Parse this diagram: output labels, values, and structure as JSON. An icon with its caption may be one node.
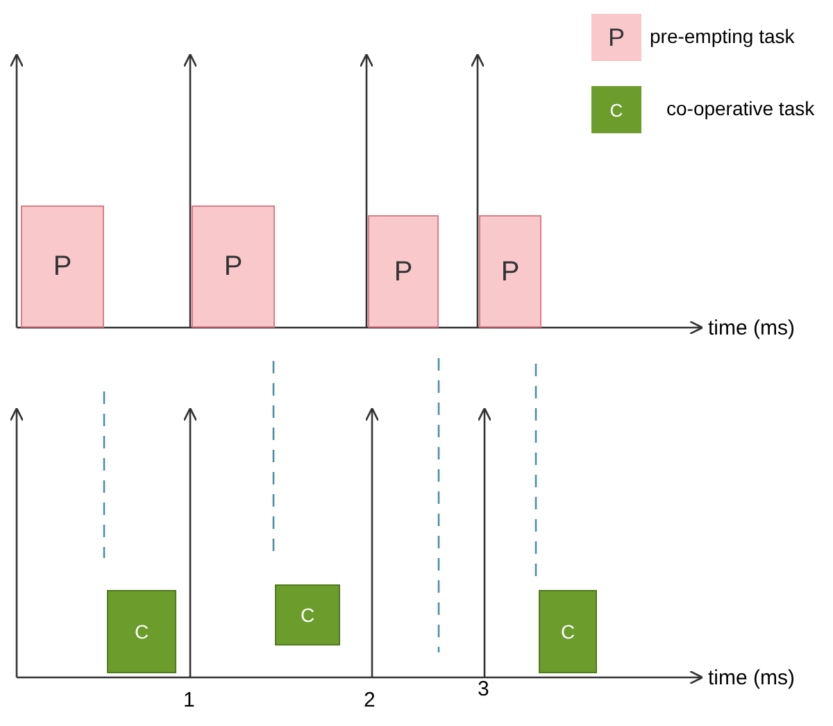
{
  "diagram": {
    "nodes": [
      {
        "text": [
          "P"
        ]
      },
      {
        "text": [
          "P"
        ]
      },
      {
        "text": [
          "P"
        ]
      },
      {
        "text": [
          "P"
        ]
      },
      {
        "text": [
          "C"
        ]
      },
      {
        "text": [
          "C"
        ]
      },
      {
        "text": [
          "C"
        ]
      }
    ],
    "edges": [],
    "labels": [
      "P",
      "C",
      "time (ms)",
      "time (ms)",
      "1",
      "2",
      "3"
    ],
    "legend": [
      {
        "text": "pre-empting task",
        "color": "#f8c8cb"
      },
      {
        "text": "co-operative task",
        "color": "#6b9c2c"
      }
    ]
  }
}
